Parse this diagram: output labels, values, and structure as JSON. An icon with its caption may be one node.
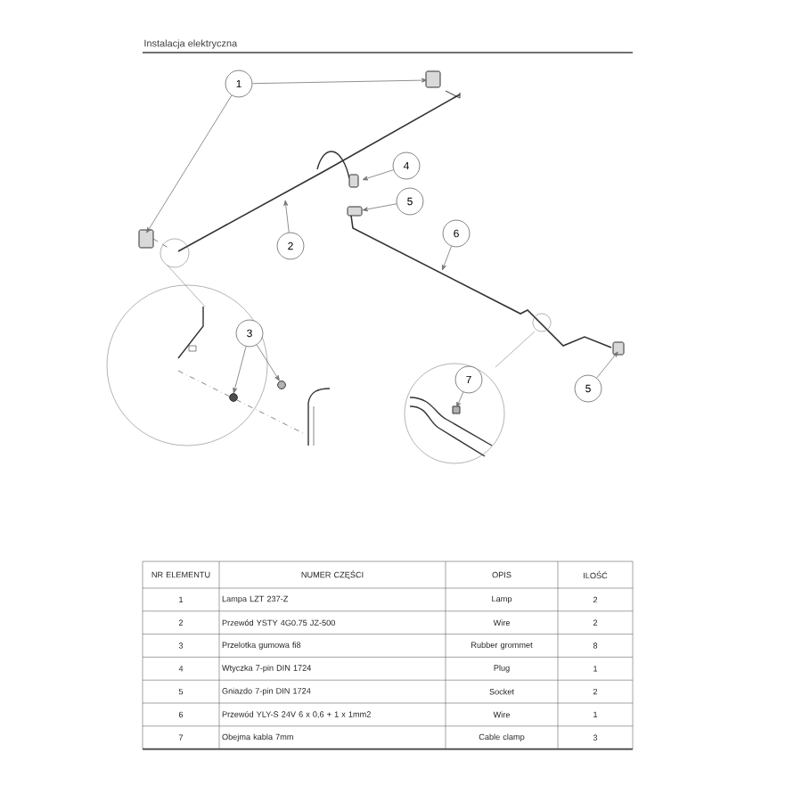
{
  "diagram": {
    "title": "Instalacja elektryczna",
    "nodes": [
      {
        "text": [
          "1"
        ]
      },
      {
        "text": [
          "4"
        ]
      },
      {
        "text": [
          "5"
        ]
      },
      {
        "text": [
          "6"
        ]
      },
      {
        "text": [
          "2"
        ]
      },
      {
        "text": [
          "3"
        ]
      },
      {
        "text": [
          "7"
        ]
      },
      {
        "text": [
          "5"
        ]
      }
    ],
    "edges": [
      {
        "from": 0,
        "to": null,
        "arrow": "to"
      },
      {
        "from": 0,
        "to": null,
        "arrow": "to"
      },
      {
        "from": 1,
        "to": null,
        "arrow": "to"
      },
      {
        "from": 2,
        "to": null,
        "arrow": "to"
      },
      {
        "from": 3,
        "to": null,
        "arrow": "to"
      },
      {
        "from": 4,
        "to": null,
        "arrow": "to"
      },
      {
        "from": 5,
        "to": null,
        "arrow": "to"
      },
      {
        "from": 5,
        "to": null,
        "arrow": "to"
      },
      {
        "from": 6,
        "to": null,
        "arrow": "to"
      },
      {
        "from": 7,
        "to": null,
        "arrow": "to"
      }
    ],
    "labels": [
      "NR ELEMENTU",
      "NUMER CZĘŚCI",
      "OPIS",
      "ILOŚĆ",
      "1",
      "Lampa LZT 237-Z",
      "Lamp",
      "2",
      "2",
      "Przewód YSTY 4G0.75 JZ-500",
      "Wire",
      "2",
      "3",
      "Przelotka gumowa fi8",
      "Rubber grommet",
      "8",
      "4",
      "Wtyczka 7-pin DIN 1724",
      "Plug",
      "1",
      "5",
      "Gniazdo 7-pin DIN 1724",
      "Socket",
      "2",
      "6",
      "Przewód YLY-S 24V 6 x 0,6 + 1 x 1mm2",
      "Wire",
      "1",
      "7",
      "Obejma kabla 7mm",
      "Cable clamp",
      "3"
    ]
  }
}
